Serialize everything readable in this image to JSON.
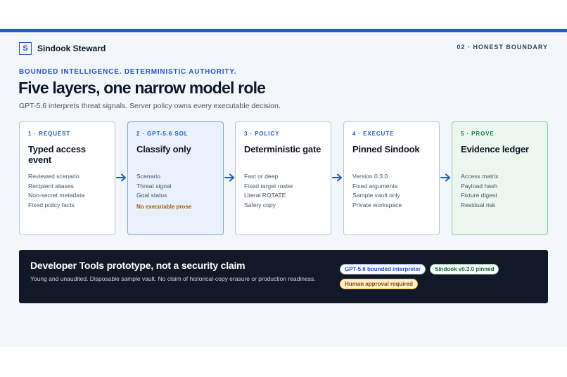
{
  "brand": {
    "mark": "S",
    "name": "Sindook Steward"
  },
  "section_tag": "02 · HONEST BOUNDARY",
  "eyebrow": "BOUNDED INTELLIGENCE. DETERMINISTIC AUTHORITY.",
  "headline": "Five layers, one narrow model role",
  "subhead": "GPT-5.6 interprets threat signals. Server policy owns every executable decision.",
  "layers": [
    {
      "step": "1 · REQUEST",
      "title": "Typed access event",
      "items": [
        "Reviewed scenario",
        "Recipient aliases",
        "Non-secret metadata",
        "Fixed policy facts"
      ]
    },
    {
      "step": "2 · GPT-5.6 SOL",
      "title": "Classify only",
      "items": [
        "Scenario",
        "Threat signal",
        "Goal status"
      ],
      "warning": "No executable prose"
    },
    {
      "step": "3 · POLICY",
      "title": "Deterministic gate",
      "items": [
        "Fast or deep",
        "Fixed target roster",
        "Literal ROTATE",
        "Safety copy"
      ]
    },
    {
      "step": "4 · EXECUTE",
      "title": "Pinned Sindook",
      "items": [
        "Version 0.3.0",
        "Fixed arguments",
        "Sample vault only",
        "Private workspace"
      ]
    },
    {
      "step": "5 · PROVE",
      "title": "Evidence ledger",
      "items": [
        "Access matrix",
        "Payload hash",
        "Fixture digest",
        "Residual risk"
      ]
    }
  ],
  "banner": {
    "title": "Developer Tools prototype, not a security claim",
    "text": "Young and unaudited. Disposable sample vault. No claim of historical-copy erasure or production readiness.",
    "badges": [
      "GPT-5.6 bounded interpreter",
      "Sindook v0.3.0 pinned",
      "Human approval required"
    ]
  },
  "colors": {
    "accent": "#1d56d6",
    "prove": "#16803c",
    "warning": "#a16207",
    "banner_bg": "#111827"
  }
}
